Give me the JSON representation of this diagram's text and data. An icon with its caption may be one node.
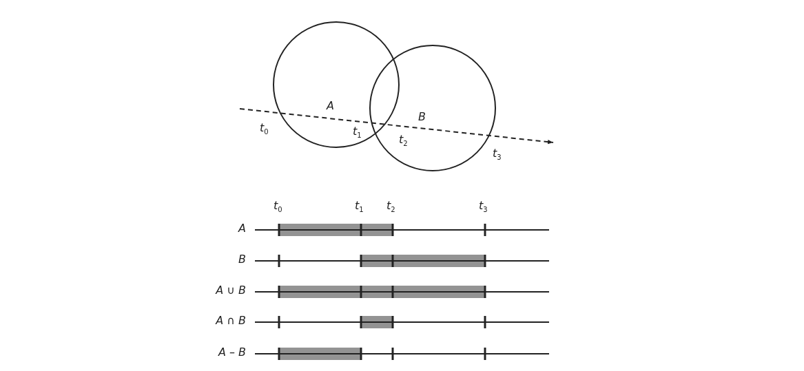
{
  "diagram": {
    "nodes": [
      {
        "text": [
          "A"
        ]
      },
      {
        "text": [
          "B"
        ]
      }
    ],
    "edges": [],
    "labels": [
      "t$_{0}$",
      "t$_{1}$",
      "t$_{2}$",
      "t$_{3}$",
      "t$_{0}$",
      "t$_{1}$",
      "t$_{2}$",
      "t$_{3}$",
      "A",
      "B",
      "A ∪ B",
      "A ∩ B",
      "A – B"
    ]
  }
}
